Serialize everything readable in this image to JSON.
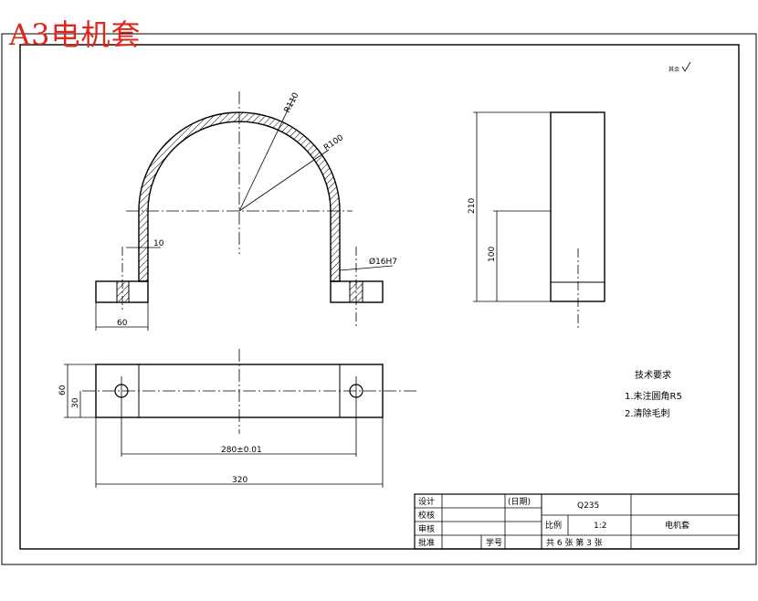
{
  "heading": "A3电机套",
  "surface_symbol": "其余",
  "dims": {
    "r110": "R110",
    "r100": "R100",
    "t10": "10",
    "w60": "60",
    "hole": "Ø16H7",
    "h210": "210",
    "h100": "100",
    "plan_h60": "60",
    "plan_h30": "30",
    "pitch": "280±0.01",
    "length": "320"
  },
  "notes": {
    "title": "技术要求",
    "items": [
      "1.未注圆角R5",
      "2.清除毛刺"
    ]
  },
  "title_block": {
    "design": "设计",
    "check": "校核",
    "review": "审核",
    "approve": "批准",
    "date": "(日期)",
    "dept": "学号",
    "material": "Q235",
    "scale_label": "比例",
    "scale": "1:2",
    "part_name": "电机套",
    "sheet": "共 6 张 第 3 张"
  }
}
